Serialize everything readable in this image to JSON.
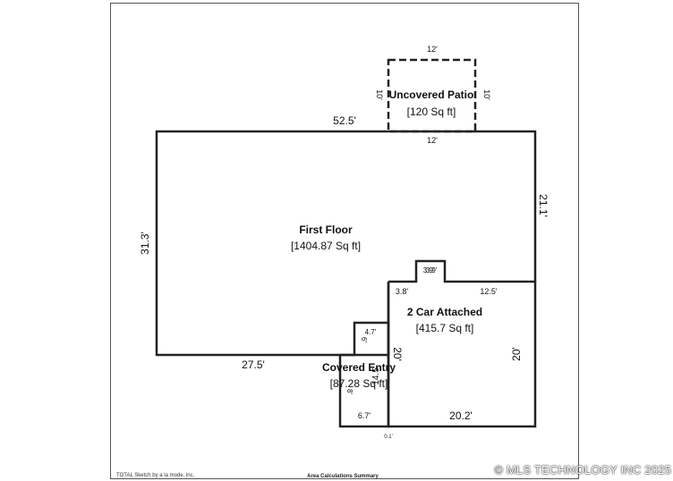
{
  "rooms": {
    "patio": {
      "name": "Uncovered Patio",
      "area": "[120 Sq ft]"
    },
    "first_floor": {
      "name": "First Floor",
      "area": "[1404.87 Sq ft]"
    },
    "garage": {
      "name": "2 Car Attached",
      "area": "[415.7 Sq ft]"
    },
    "entry": {
      "name": "Covered Entry",
      "area": "[87.28 Sq ft]"
    }
  },
  "dims": {
    "patio_top": "12'",
    "patio_left": "10'",
    "patio_right": "10'",
    "patio_bottom": "12'",
    "floor_top": "52.5'",
    "floor_left": "31.3'",
    "floor_right": "21.1'",
    "floor_bottom": "27.5'",
    "bump_a": "3.9'",
    "bump_b": "3.9'",
    "garage_top_left": "3.8'",
    "garage_top_right": "12.5'",
    "garage_left": "20'",
    "garage_right": "20'",
    "garage_bottom": "20.2'",
    "entry_top": "4.7'",
    "entry_notch": "6'",
    "entry_left": "8'",
    "entry_right": "14.5'",
    "entry_bottom": "6.7'",
    "entry_tiny": "0.1'"
  },
  "footer": {
    "left": "TOTAL Sketch by a la mode, inc.",
    "center": "Area Calculations Summary"
  },
  "watermark": "© MLS TECHNOLOGY INC 2025",
  "colors": {
    "line": "#222222",
    "background": "#ffffff"
  }
}
